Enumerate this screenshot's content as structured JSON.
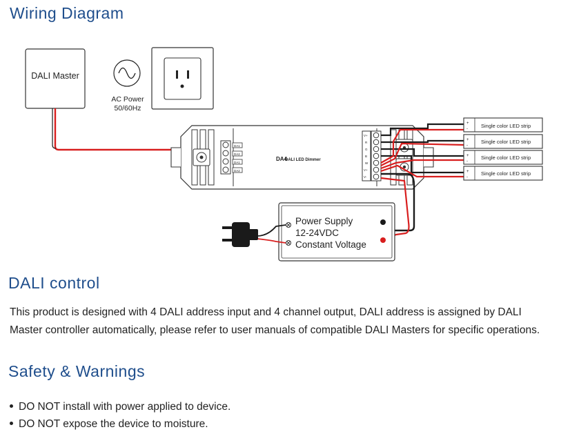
{
  "headings": {
    "wiring": "Wiring Diagram",
    "dali": "DALI control",
    "safety": "Safety & Warnings"
  },
  "diagram": {
    "master_label": "DALI Master",
    "ac_power": "AC Power",
    "ac_freq": "50/60Hz",
    "dimmer_model": "DA4",
    "dimmer_name": "DALI LED Dimmer",
    "dali_terms": [
      "DA1",
      "DA2",
      "DA1",
      "DA2"
    ],
    "out_terms": [
      "V+",
      "R",
      "G",
      "B",
      "W",
      "V+",
      "V-"
    ],
    "led_strip_label": "Single color LED strip",
    "psu_line1": "Power Supply",
    "psu_line2": "12-24VDC",
    "psu_line3": "Constant Voltage",
    "wire_colors": {
      "red": "#d81e1e",
      "black": "#1a1a1a"
    }
  },
  "dali_text": {
    "line1": "This product is designed with 4 DALI address input and 4 channel output, DALI address is assigned by DALI",
    "line2": "Master controller automatically, please refer to user manuals of compatible DALI Masters for specific operations."
  },
  "warnings": [
    "DO NOT install with power applied to device.",
    "DO NOT expose the device to moisture."
  ]
}
